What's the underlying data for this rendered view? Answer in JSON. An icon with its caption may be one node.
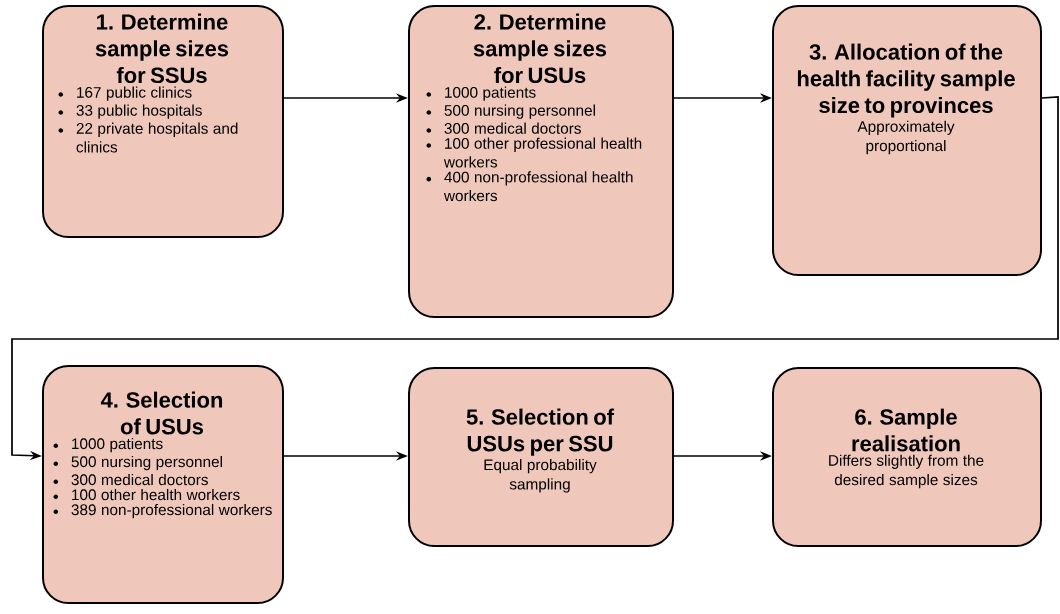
{
  "diagram": {
    "nodes": [
      {
        "text": [
          "1. Determine sample sizes for SSUs",
          "167 public clinics",
          "33 public hospitals",
          "22 private hospitals and clinics"
        ]
      },
      {
        "text": [
          "2. Determine sample sizes for USUs",
          "1000 patients",
          "500 nursing personnel",
          "300 medical doctors",
          "100 other professional health workers",
          "400 non-professional health workers"
        ]
      },
      {
        "text": [
          "3. Allocation of the health facility sample size to provinces",
          "Approximately proportional"
        ]
      },
      {
        "text": [
          "4. Selection of USUs",
          "1000 patients",
          "500 nursing personnel",
          "300 medical doctors",
          "100 other health workers",
          "389 non-professional workers"
        ]
      },
      {
        "text": [
          "5. Selection of USUs per SSU",
          "Equal probability sampling"
        ]
      },
      {
        "text": [
          "6. Sample realisation",
          "Differs slightly from the desired sample sizes"
        ]
      }
    ],
    "edges": [
      {
        "from": 0,
        "to": 1,
        "arrow": "to"
      },
      {
        "from": 1,
        "to": 2,
        "arrow": "to"
      },
      {
        "from": 2,
        "to": 3,
        "arrow": "to"
      },
      {
        "from": 3,
        "to": 4,
        "arrow": "to"
      },
      {
        "from": 4,
        "to": 5,
        "arrow": "to"
      }
    ]
  }
}
